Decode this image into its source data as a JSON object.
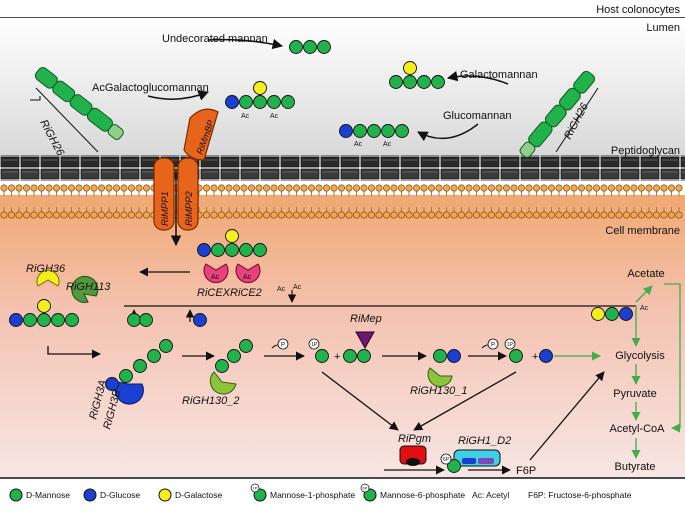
{
  "zones": {
    "host": "Host colonocytes",
    "lumen": "Lumen",
    "peptidoglycan": "Peptidoglycan",
    "membrane": "Cell membrane"
  },
  "substrates": {
    "undecorated": "Undecorated mannan",
    "acgalacto": "AcGalactoglucomannan",
    "galacto": "Galactomannan",
    "gluco": "Glucomannan"
  },
  "ac": "Ac",
  "enzymes": {
    "gh26_left": "RiGH26",
    "gh26_right": "RiGH26",
    "mpp1": "RiMPP1",
    "mpp2": "RiMPP2",
    "mmbp": "RiMmBP",
    "cex": "RiCEX",
    "ce2": "RiCE2",
    "gh36": "RiGH36",
    "gh113": "RiGH113",
    "gh3a": "RiGH3A",
    "gh3b": "RiGH3B",
    "gh130_2": "RiGH130_2",
    "mep": "RiMep",
    "gh130_1": "RiGH130_1",
    "pgm": "RiPgm",
    "gh1_d2": "RiGH1_D2"
  },
  "metabolites": {
    "acetate": "Acetate",
    "glycolysis": "Glycolysis",
    "pyruvate": "Pyruvate",
    "acetyl_coa": "Acetyl-CoA",
    "butyrate": "Butyrate",
    "f6p": "F6P"
  },
  "glyph": {
    "p": "P",
    "p1": "1P",
    "p6": "6P",
    "plus": "+"
  },
  "legend": {
    "mannose": "D-Mannose",
    "glucose": "D-Glucose",
    "galactose": "D-Galactose",
    "m1p": "Mannose-1-phosphate",
    "m6p": "Mannose-6-phosphate",
    "acetyl": "Ac: Acetyl",
    "f6p": "F6P: Fructose-6-phosphate"
  },
  "colors": {
    "mannose": "#22b24c",
    "glucose": "#1a3fd1",
    "galactose": "#f5ee1d",
    "green_arrow": "#3fae49",
    "orange_transporter": "#e8641b",
    "ce_pink": "#e8407a",
    "gh113_green": "#4f9a3c",
    "gh130_green": "#8cc43c",
    "gh3_blue": "#1a3fd1",
    "mep_purple": "#6b1a6b",
    "pgm_red": "#e01010",
    "gh1_cyan": "#3fd0e8"
  }
}
